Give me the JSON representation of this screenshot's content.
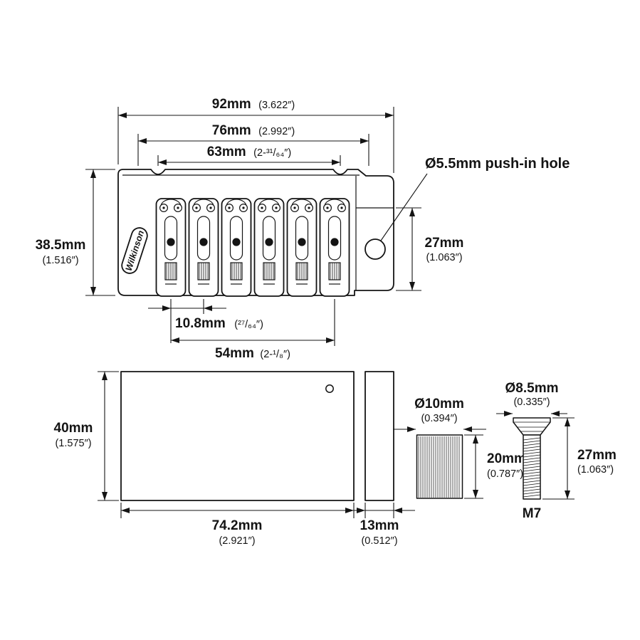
{
  "diagram": {
    "brand": "Wilkinson",
    "top_view": {
      "width_overall": {
        "mm": "92mm",
        "in": "(3.622″)"
      },
      "width_76": {
        "mm": "76mm",
        "in": "(2.992″)"
      },
      "width_63": {
        "mm": "63mm",
        "in": "(2-³¹/₆₄″)"
      },
      "push_in_hole": "Ø5.5mm push-in hole",
      "height_left": {
        "mm": "38.5mm",
        "in": "(1.516″)"
      },
      "height_right": {
        "mm": "27mm",
        "in": "(1.063″)"
      },
      "saddle_spacing": {
        "mm": "10.8mm",
        "in": "(²⁷/₆₄″)"
      },
      "string_spread": {
        "mm": "54mm",
        "in": "(2-¹/₈″)"
      }
    },
    "bottom_view": {
      "plate_height": {
        "mm": "40mm",
        "in": "(1.575″)"
      },
      "plate_width": {
        "mm": "74.2mm",
        "in": "(2.921″)"
      },
      "block_width": {
        "mm": "13mm",
        "in": "(0.512″)"
      },
      "bushing_diameter": {
        "mm": "Ø10mm",
        "in": "(0.394″)"
      },
      "bushing_length": {
        "mm": "20mm",
        "in": "(0.787″)"
      },
      "screw_head_diameter": {
        "mm": "Ø8.5mm",
        "in": "(0.335″)"
      },
      "screw_length": {
        "mm": "27mm",
        "in": "(1.063″)"
      },
      "screw_thread": "M7"
    }
  }
}
